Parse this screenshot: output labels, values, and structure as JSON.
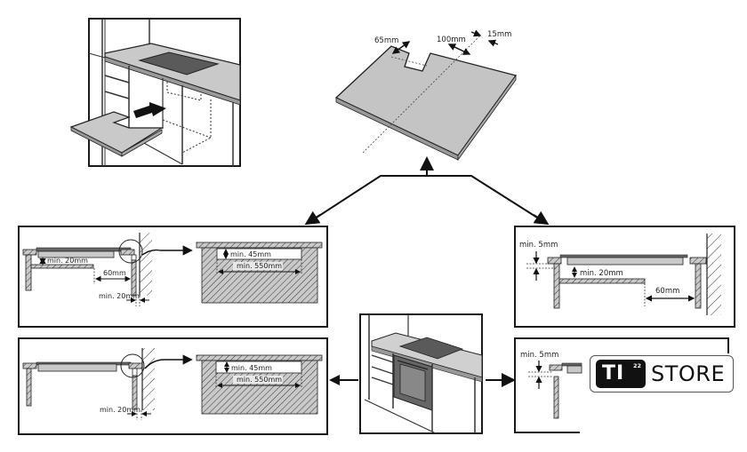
{
  "diagram": {
    "title": "Built-in hob installation dimensions",
    "worktop_cutout": {
      "dim_a": "65mm",
      "dim_b": "100mm",
      "dim_c": "15mm"
    },
    "panel_top_left": {
      "gap_under_hob": "min. 20mm",
      "rear_clearance": "60mm",
      "wall_gap": "min. 20mm"
    },
    "detail_top": {
      "depth": "min. 45mm",
      "width": "min. 550mm"
    },
    "panel_bottom_left": {
      "wall_gap": "min. 20mm"
    },
    "detail_bottom": {
      "depth": "min. 45mm",
      "width": "min. 550mm"
    },
    "panel_top_right": {
      "top_gap": "min. 5mm",
      "gap_under_hob": "min. 20mm",
      "rear_clearance": "60mm"
    },
    "panel_bottom_right": {
      "top_gap": "min. 5mm"
    }
  },
  "watermark": {
    "badge": "TI",
    "superscript": "22",
    "text": "STORE"
  },
  "colors": {
    "line": "#1a1a1a",
    "fill_grey": "#c8c8c8",
    "fill_dark": "#555555",
    "hatch": "#333333"
  }
}
